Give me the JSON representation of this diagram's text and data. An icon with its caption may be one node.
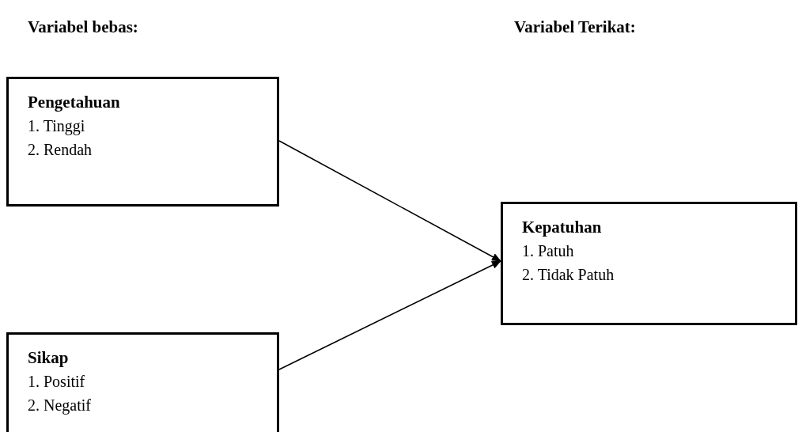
{
  "diagram": {
    "nodes": [
      {
        "text": [
          "Pengetahuan",
          "1. Tinggi",
          "2. Rendah"
        ]
      },
      {
        "text": [
          "Sikap",
          "1. Positif",
          "2. Negatif"
        ]
      },
      {
        "text": [
          "Kepatuhan",
          "1. Patuh",
          "2. Tidak Patuh"
        ]
      }
    ],
    "edges": [
      {
        "from": 0,
        "to": 2,
        "arrow": "to"
      },
      {
        "from": 1,
        "to": 2,
        "arrow": "to"
      }
    ],
    "labels": [
      "Variabel bebas:",
      "Variabel Terikat:"
    ]
  }
}
